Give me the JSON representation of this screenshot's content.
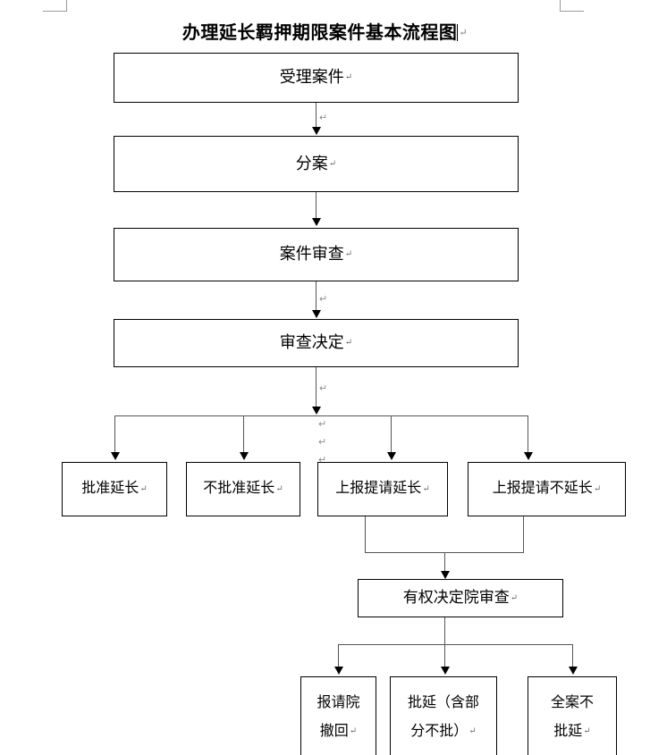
{
  "document": {
    "title": "办理延长羁押期限案件基本流程图",
    "pilcrow": "↵"
  },
  "flow": {
    "stages": [
      {
        "id": "accept",
        "label": "受理案件"
      },
      {
        "id": "assign",
        "label": "分案"
      },
      {
        "id": "review",
        "label": "案件审查"
      },
      {
        "id": "decision",
        "label": "审查决定"
      }
    ],
    "branches": [
      {
        "id": "approve-extend",
        "label": "批准延长"
      },
      {
        "id": "disapprove-extend",
        "label": "不批准延长"
      },
      {
        "id": "report-request-extend",
        "label": "上报提请延长"
      },
      {
        "id": "report-request-no-extend",
        "label": "上报提请不延长"
      }
    ],
    "authority": {
      "id": "authorized-court-review",
      "label": "有权决定院审查"
    },
    "outcomes": [
      {
        "id": "request-withdrawal",
        "line1": "报请院",
        "line2": "撤回"
      },
      {
        "id": "approve-partial",
        "line1": "批延（含部",
        "line2": "分不批）"
      },
      {
        "id": "reject-all",
        "line1": "全案不",
        "line2": "批延"
      }
    ]
  },
  "marks": {
    "paragraph_marks": [
      "↵",
      "↵",
      "↵"
    ]
  },
  "colors": {
    "page_background": "#ffffff",
    "box_border": "#000000",
    "connector": "#555555",
    "text": "#000000",
    "margin_guide": "#9a9a9a",
    "pilcrow": "#8d8d8d"
  }
}
